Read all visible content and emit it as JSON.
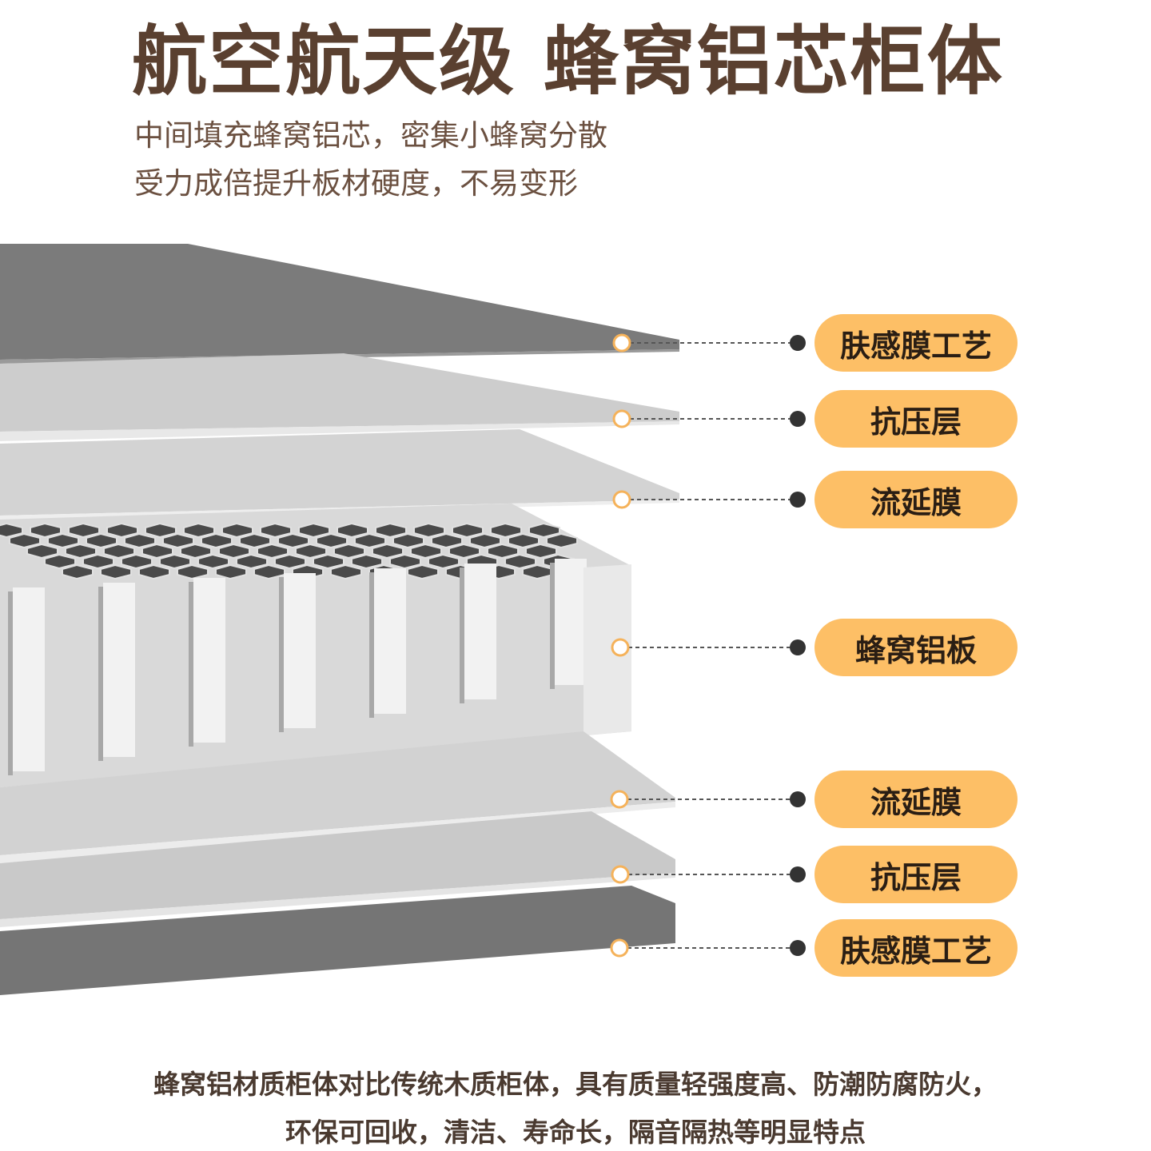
{
  "title": "航空航天级  蜂窝铝芯柜体",
  "subtitle_lines": [
    "中间填充蜂窝铝芯，密集小蜂窝分散",
    "受力成倍提升板材硬度，不易变形"
  ],
  "layers": [
    {
      "label": "肤感膜工艺"
    },
    {
      "label": "抗压层"
    },
    {
      "label": "流延膜"
    },
    {
      "label": "蜂窝铝板"
    },
    {
      "label": "流延膜"
    },
    {
      "label": "抗压层"
    },
    {
      "label": "肤感膜工艺"
    }
  ],
  "footer_lines": [
    "蜂窝铝材质柜体对比传统木质柜体，具有质量轻强度高、防潮防腐防火，",
    "环保可回收，清洁、寿命长，隔音隔热等明显特点"
  ],
  "colors": {
    "title": "#5a4030",
    "label_bg": "#fdbf66",
    "dark_panel": "#7a7a7a",
    "light_panel": "#cfcfcf",
    "marker_ring": "#f5b25a"
  }
}
